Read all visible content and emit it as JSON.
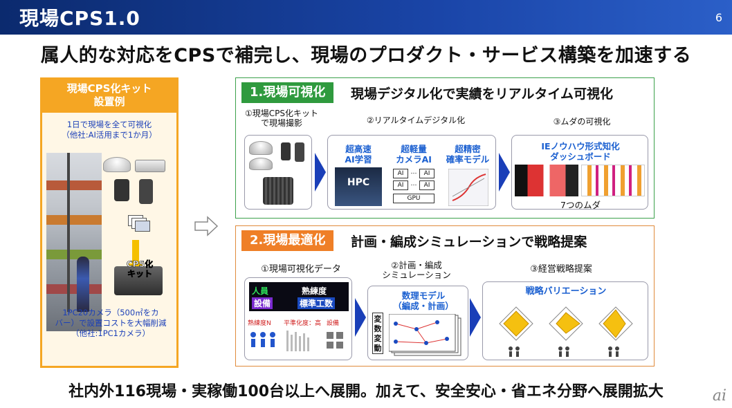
{
  "header": {
    "title": "現場CPS1.0",
    "page_number": "6"
  },
  "subtitle": "属人的な対応をCPSで補完し、現場のプロダクト・サービス構築を加速する",
  "kit": {
    "title_line1": "現場CPS化キット",
    "title_line2": "設置例",
    "note_top_line1": "1日で現場を全て可視化",
    "note_top_line2": "（他社:AI活用まで1か月）",
    "kit_label_line1": "CPS化",
    "kit_label_line2": "キット",
    "note_bottom_line1": "1PC20カメラ（500㎡をカ",
    "note_bottom_line2": "バー）で設置コストを大幅削減",
    "note_bottom_line3": "（他社:1PC1カメラ）"
  },
  "section1": {
    "tag": "1.現場可視化",
    "heading": "現場デジタル化で実績をリアルタイム可視化",
    "step1_line1": "①現場CPS化キット",
    "step1_line2": "で現場撮影",
    "step2": "②リアルタイムデジタル化",
    "step3": "③ムダの可視化",
    "hpc_line1": "超高速",
    "hpc_line2": "AI学習",
    "hpc_box": "HPC",
    "ai_line1": "超軽量",
    "ai_line2": "カメラAI",
    "ai_cell": "AI",
    "ai_dots": "…",
    "gpu": "GPU",
    "model_line1": "超精密",
    "model_line2": "確率モデル",
    "dash_line1": "IEノウハウ形式知化",
    "dash_line2": "ダッシュボード",
    "muda": "7つのムダ"
  },
  "section2": {
    "tag": "2.現場最適化",
    "heading": "計画・編成シミュレーションで戦略提案",
    "step1": "①現場可視化データ",
    "step2_line1": "②計画・編成",
    "step2_line2": "シミュレーション",
    "step3": "③経営戦略提案",
    "tile1": "人員",
    "tile2": "熟練度",
    "tile3": "設備",
    "tile4": "標準工数",
    "chart_label1": "熟練度N",
    "chart_label2": "平準化度：高",
    "chart_label3": "設備",
    "model_line1": "数理モデル",
    "model_line2": "（編成・計画）",
    "var_line1": "変数",
    "var_line2": "変動",
    "strategy": "戦略バリエーション"
  },
  "footer": "社内外116現場・実稼働100台以上へ展開。加えて、安全安心・省エネ分野へ展開拡大",
  "watermark": "ai"
}
